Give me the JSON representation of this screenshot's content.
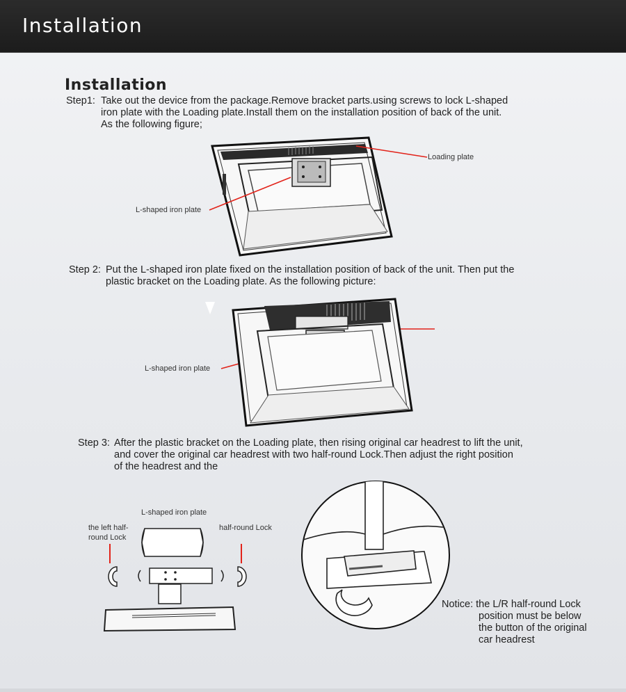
{
  "header": {
    "title": "Installation"
  },
  "section": {
    "title": "Installation"
  },
  "step1": {
    "label": "Step1:",
    "lines": [
      "Take out the device from the package.Remove bracket parts.using screws to lock L-shaped",
      "iron plate with the Loading plate.Install them on the installation position of  back of the unit.",
      "As the following figure;"
    ],
    "annotations": {
      "loading_plate": "Loading plate",
      "l_shaped": "L-shaped iron plate"
    }
  },
  "step2": {
    "label": "Step 2:",
    "lines": [
      "Put the L-shaped iron plate fixed on the installation position of back of the unit. Then put the",
      "plastic bracket on the Loading plate. As the following picture:"
    ],
    "annotations": {
      "l_shaped": "L-shaped iron plate"
    }
  },
  "step3": {
    "label": "Step 3:",
    "lines": [
      "After the plastic bracket on the Loading plate, then rising original car headrest to lift the unit,",
      "and cover the original car headrest with two half-round Lock.Then adjust the right  position",
      "of the headrest and the"
    ],
    "annotations": {
      "l_shaped": "L-shaped iron plate",
      "left_lock_line1": "the left half-",
      "left_lock_line2": "round Lock",
      "right_lock": "half-round Lock"
    }
  },
  "notice": {
    "lines": [
      "Notice: the L/R half-round Lock",
      "position must be below",
      "the button of the original",
      "car headrest"
    ]
  },
  "colors": {
    "accent_red": "#e2231a",
    "header_bg": "#222222"
  }
}
